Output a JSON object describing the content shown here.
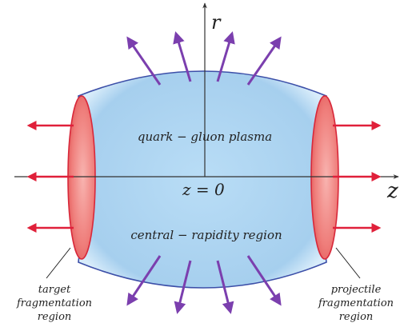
{
  "labels": {
    "r_axis": "r",
    "z_axis": "z",
    "z_zero": "z = 0",
    "plasma": "quark − gluon plasma",
    "central": "central − rapidity region",
    "target_line1": "target",
    "target_line2": "fragmentation",
    "target_line3": "region",
    "projectile_line1": "projectile",
    "projectile_line2": "fragmentation",
    "projectile_line3": "region"
  },
  "colors": {
    "plasma_fill": "#a9d2f0",
    "plasma_outline": "#3c4fa8",
    "fragment_fill": "#ef7a78",
    "fragment_edge": "#d8283a",
    "red_arrow": "#e0203a",
    "purple_arrow": "#7b3fae",
    "axis": "#333333"
  }
}
